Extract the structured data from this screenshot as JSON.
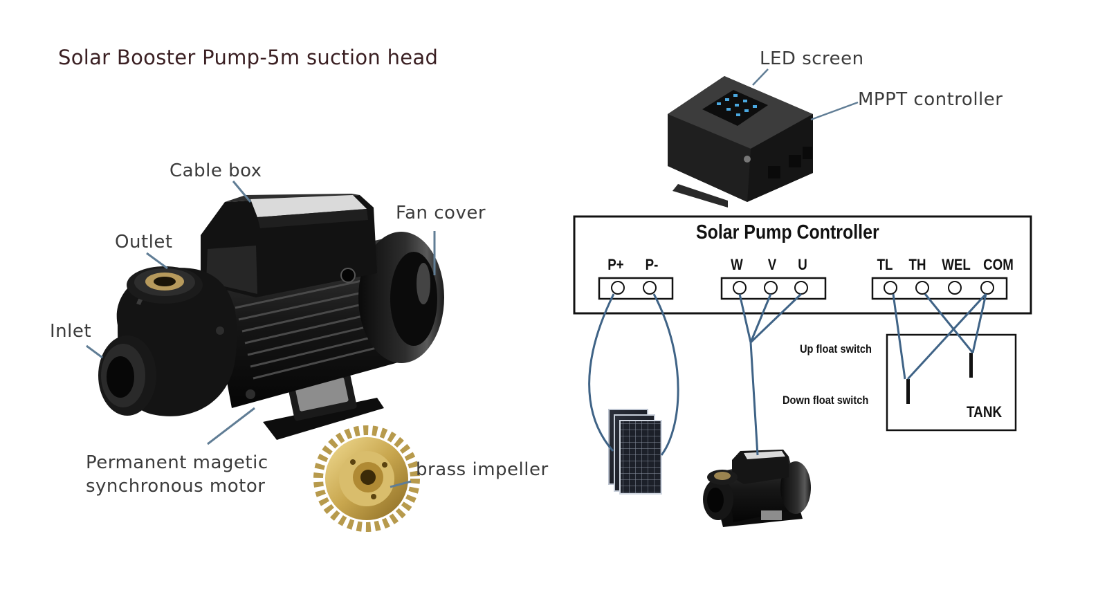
{
  "title": "Solar Booster Pump-5m suction head",
  "labels": {
    "cable_box": "Cable box",
    "outlet": "Outlet",
    "fan_cover": "Fan cover",
    "inlet": "Inlet",
    "motor_line1": "Permanent magetic",
    "motor_line2": "synchronous motor",
    "impeller": "brass impeller",
    "led_screen": "LED screen",
    "mppt": "MPPT controller"
  },
  "controller": {
    "title": "Solar Pump Controller",
    "terminals": [
      "P+",
      "P-",
      "W",
      "V",
      "U",
      "TL",
      "TH",
      "WEL",
      "COM"
    ]
  },
  "tank": {
    "up_float": "Up float switch",
    "down_float": "Down float switch",
    "label": "TANK"
  },
  "colors": {
    "wire": "#3f6386",
    "leader": "#607d95",
    "pump_body": "#141414",
    "brass": "#c8a64e"
  }
}
